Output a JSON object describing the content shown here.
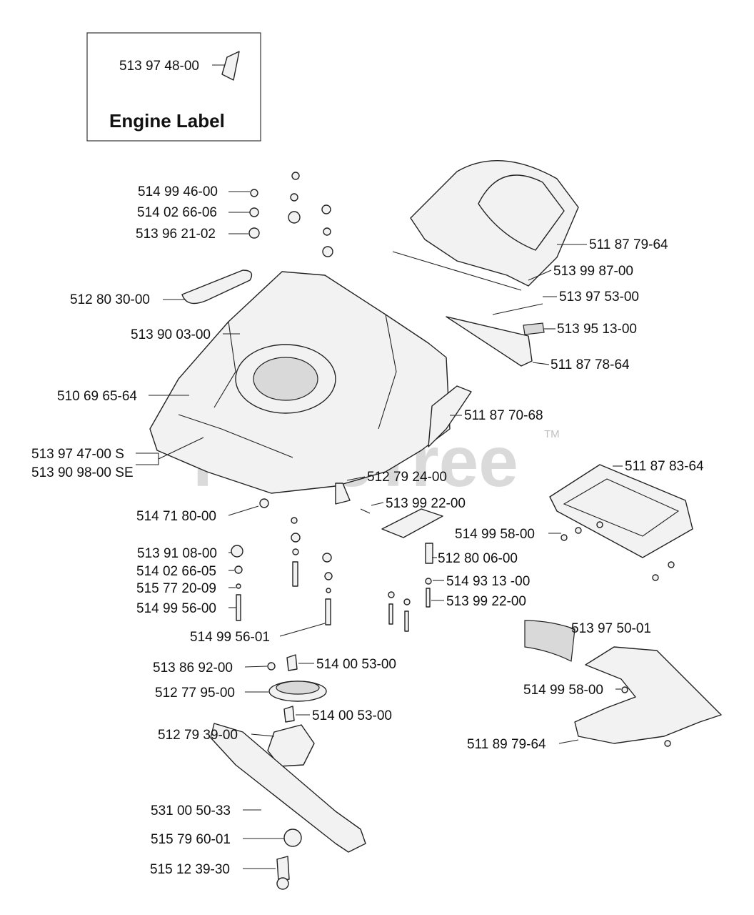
{
  "inset": {
    "title": "Engine Label",
    "part_number": "513 97 48-00"
  },
  "watermark": {
    "text": "PartsTree",
    "tm": "TM"
  },
  "labels": [
    {
      "id": "l-514-99-46-00",
      "text": "514 99 46-00"
    },
    {
      "id": "l-514-02-66-06",
      "text": "514 02 66-06"
    },
    {
      "id": "l-513-96-21-02",
      "text": "513 96 21-02"
    },
    {
      "id": "l-511-87-79-64",
      "text": "511 87 79-64"
    },
    {
      "id": "l-513-99-87-00",
      "text": "513 99 87-00"
    },
    {
      "id": "l-512-80-30-00",
      "text": "512 80 30-00"
    },
    {
      "id": "l-513-97-53-00",
      "text": "513 97 53-00"
    },
    {
      "id": "l-513-90-03-00",
      "text": "513 90 03-00"
    },
    {
      "id": "l-513-95-13-00",
      "text": "513 95 13-00"
    },
    {
      "id": "l-511-87-78-64",
      "text": "511 87 78-64"
    },
    {
      "id": "l-510-69-65-64",
      "text": "510 69 65-64"
    },
    {
      "id": "l-511-87-70-68",
      "text": "511 87 70-68"
    },
    {
      "id": "l-513-97-47-00-s",
      "text": "513 97 47-00 S"
    },
    {
      "id": "l-513-90-98-00-se",
      "text": "513 90 98-00 SE"
    },
    {
      "id": "l-511-87-83-64",
      "text": "511 87 83-64"
    },
    {
      "id": "l-512-79-24-00",
      "text": "512 79 24-00"
    },
    {
      "id": "l-513-99-22-00-a",
      "text": "513 99 22-00"
    },
    {
      "id": "l-514-71-80-00",
      "text": "514 71 80-00"
    },
    {
      "id": "l-514-99-58-00-a",
      "text": "514 99 58-00"
    },
    {
      "id": "l-513-91-08-00",
      "text": "513 91 08-00"
    },
    {
      "id": "l-512-80-06-00",
      "text": "512 80 06-00"
    },
    {
      "id": "l-514-02-66-05",
      "text": "514 02 66-05"
    },
    {
      "id": "l-514-93-13-00",
      "text": "514 93 13 -00"
    },
    {
      "id": "l-515-77-20-09",
      "text": "515 77 20-09"
    },
    {
      "id": "l-513-99-22-00-b",
      "text": "513 99 22-00"
    },
    {
      "id": "l-514-99-56-00",
      "text": "514 99 56-00"
    },
    {
      "id": "l-513-97-50-01",
      "text": "513 97 50-01"
    },
    {
      "id": "l-514-99-56-01",
      "text": "514 99 56-01"
    },
    {
      "id": "l-513-86-92-00",
      "text": "513 86 92-00"
    },
    {
      "id": "l-514-00-53-00-a",
      "text": "514 00 53-00"
    },
    {
      "id": "l-514-99-58-00-b",
      "text": "514 99 58-00"
    },
    {
      "id": "l-512-77-95-00",
      "text": "512 77 95-00"
    },
    {
      "id": "l-514-00-53-00-b",
      "text": "514 00 53-00"
    },
    {
      "id": "l-511-89-79-64",
      "text": "511 89 79-64"
    },
    {
      "id": "l-512-79-39-00",
      "text": "512 79 39-00"
    },
    {
      "id": "l-531-00-50-33",
      "text": "531 00 50-33"
    },
    {
      "id": "l-515-79-60-01",
      "text": "515 79 60-01"
    },
    {
      "id": "l-515-12-39-30",
      "text": "515 12 39-30"
    }
  ]
}
